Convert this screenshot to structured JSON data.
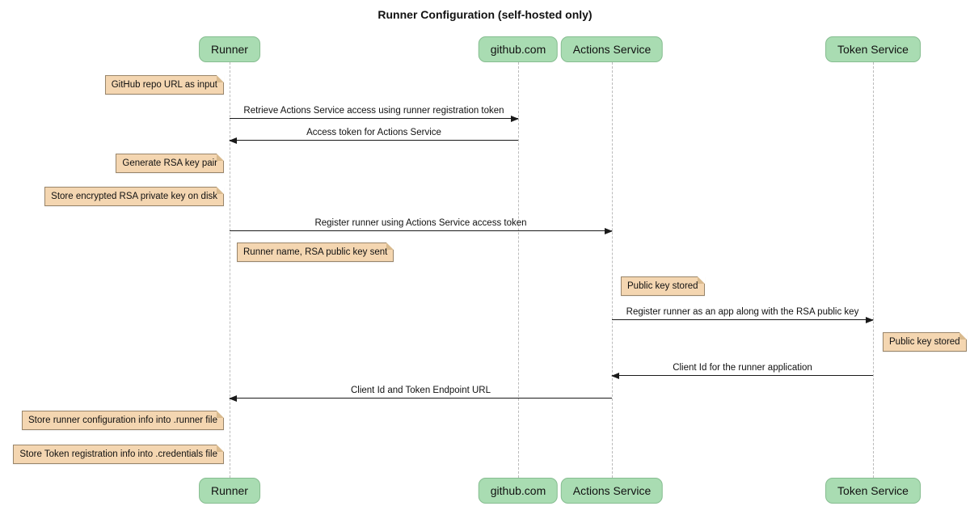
{
  "title": "Runner Configuration (self-hosted only)",
  "participants": [
    {
      "label": "Runner"
    },
    {
      "label": "github.com"
    },
    {
      "label": "Actions Service"
    },
    {
      "label": "Token Service"
    }
  ],
  "messages": [
    {
      "from": "Runner",
      "to": "github.com",
      "text": "Retrieve Actions Service access using runner registration token"
    },
    {
      "from": "github.com",
      "to": "Runner",
      "text": "Access token for Actions Service"
    },
    {
      "from": "Runner",
      "to": "Actions Service",
      "text": "Register runner using Actions Service access token"
    },
    {
      "from": "Actions Service",
      "to": "Token Service",
      "text": "Register runner as an app along with the RSA public key"
    },
    {
      "from": "Token Service",
      "to": "Actions Service",
      "text": "Client Id for the runner application"
    },
    {
      "from": "Actions Service",
      "to": "Runner",
      "text": "Client Id and Token Endpoint URL"
    }
  ],
  "notes": [
    {
      "text": "GitHub repo URL as input",
      "anchor": "left of Runner"
    },
    {
      "text": "Generate RSA key pair",
      "anchor": "left of Runner"
    },
    {
      "text": "Store encrypted RSA private key on disk",
      "anchor": "left of Runner"
    },
    {
      "text": "Runner name, RSA public key sent",
      "anchor": "right of Runner"
    },
    {
      "text": "Public key stored",
      "anchor": "right of Actions Service"
    },
    {
      "text": "Public key stored",
      "anchor": "right of Token Service"
    },
    {
      "text": "Store runner configuration info into .runner file",
      "anchor": "left of Runner"
    },
    {
      "text": "Store Token registration info into .credentials file",
      "anchor": "left of Runner"
    }
  ],
  "colors": {
    "participant_fill": "#A9DCB2",
    "participant_border": "#86BD90",
    "note_fill": "#F4D6B1",
    "note_border": "#99856A",
    "arrow": "#1A1A1A",
    "lifeline": "#BBBBBB"
  }
}
